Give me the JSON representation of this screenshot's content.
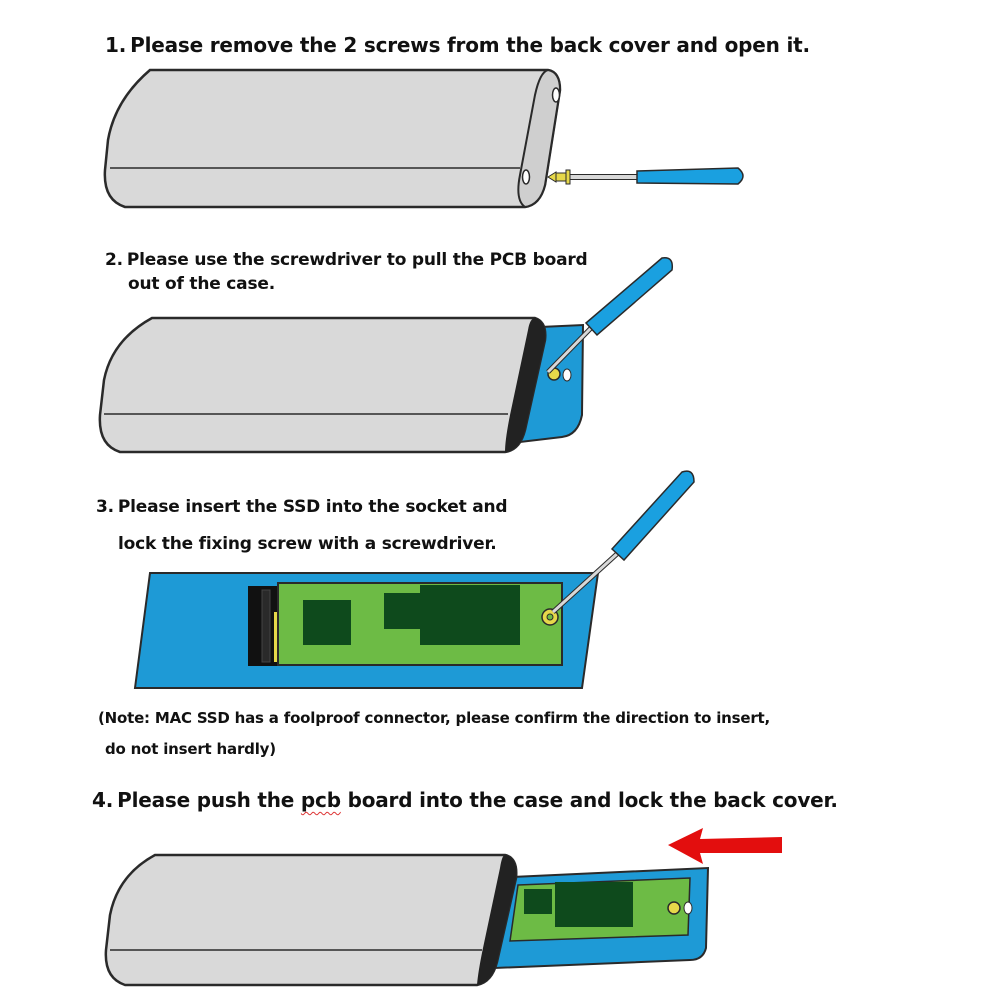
{
  "steps": {
    "s1": {
      "num": "1.",
      "text": "Please remove the 2 screws from the back cover and open it."
    },
    "s2": {
      "num": "2.",
      "line1": "Please use the screwdriver to pull the PCB board",
      "line2": "out of the case."
    },
    "s3": {
      "num": "3.",
      "line1": "Please insert the  SSD into the socket and",
      "line2": "lock the fixing screw with a screwdriver."
    },
    "note": {
      "line1": "(Note: MAC SSD has a foolproof connector, please confirm the direction to insert,",
      "line2": "do not insert hardly)"
    },
    "s4": {
      "num": "4.",
      "before": "Please push the ",
      "pcb": "pcb",
      "after": " board into the case and lock the back cover."
    }
  },
  "colors": {
    "case_gray": "#d9d9d9",
    "outline": "#2a2a2a",
    "pcb_blue": "#1e9ad6",
    "ssd_green": "#6dbb45",
    "chip_green": "#0e4a1c",
    "handle_blue": "#1aa0e0",
    "arrow_red": "#e30e0e",
    "screw_yellow": "#e6d84a"
  }
}
